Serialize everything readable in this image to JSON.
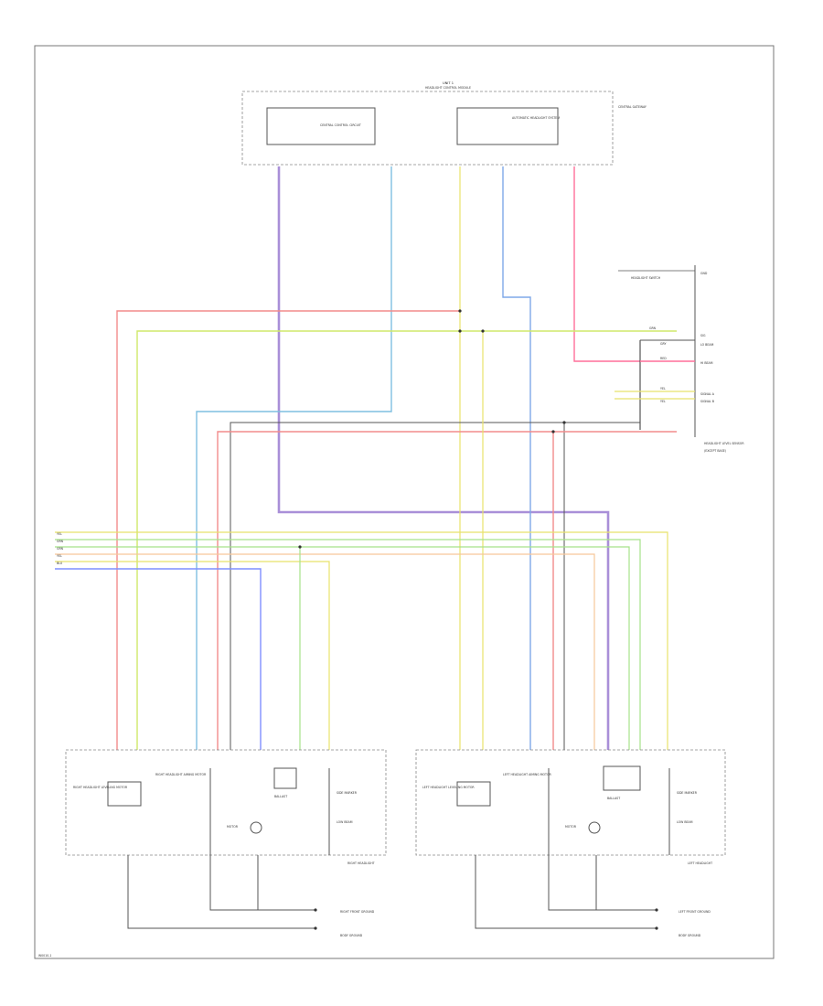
{
  "page": {
    "footer_code": "W0010-1"
  },
  "colors": {
    "red": "#f28b8b",
    "pink": "#ff6f9a",
    "orange": "#f6c79a",
    "yellow": "#e8e26a",
    "green": "#a6e28a",
    "lime": "#cfe86a",
    "blue": "#9fb0ff",
    "teal": "#9cc8d8",
    "cyan": "#7fbfe0",
    "purple": "#a98fd8",
    "violet": "#b58ad8",
    "gray": "#555555"
  },
  "top_module": {
    "title": "UNIT 1",
    "subtitle": "HEADLIGHT CONTROL MODULE",
    "sub_left": "CENTRAL CONTROL CIRCUIT",
    "sub_right": "AUTOMATIC HEADLIGHT SYSTEM",
    "side_label": "CENTRAL GATEWAY"
  },
  "right_connector": {
    "title": "HEADLIGHT SWITCH",
    "pins": [
      "GND",
      "SIG",
      "LO BEAM",
      "HI BEAM",
      "SIGNAL A",
      "SIGNAL B"
    ],
    "wire_labels": [
      "GRN",
      "GRY",
      "RED",
      "YEL",
      "YEL"
    ],
    "side_label": "HEADLIGHT LEVEL SENSOR",
    "bottom_label": "(EXCEPT BASE)"
  },
  "bus_labels": [
    "YEL",
    "GRN",
    "GRN",
    "YEL",
    "BLU"
  ],
  "right_headlight": {
    "name": "RIGHT HEADLIGHT",
    "left_label": "RIGHT HEADLIGHT LEVELING MOTOR",
    "center_label": "RIGHT HEADLIGHT AIMING MOTOR",
    "motor_label": "MOTOR",
    "ballast_label": "BALLAST",
    "lamp_label": "SIDE MARKER",
    "fuse_label": "LOW BEAM",
    "ground_label": "RIGHT FRONT GROUND",
    "bottom_label": "BODY GROUND"
  },
  "left_headlight": {
    "name": "LEFT HEADLIGHT",
    "left_label": "LEFT HEADLIGHT LEVELING MOTOR",
    "center_label": "LEFT HEADLIGHT AIMING MOTOR",
    "motor_label": "MOTOR",
    "ballast_label": "BALLAST",
    "lamp_label": "SIDE MARKER",
    "fuse_label": "LOW BEAM",
    "ground_label": "LEFT FRONT GROUND",
    "bottom_label": "BODY GROUND"
  }
}
